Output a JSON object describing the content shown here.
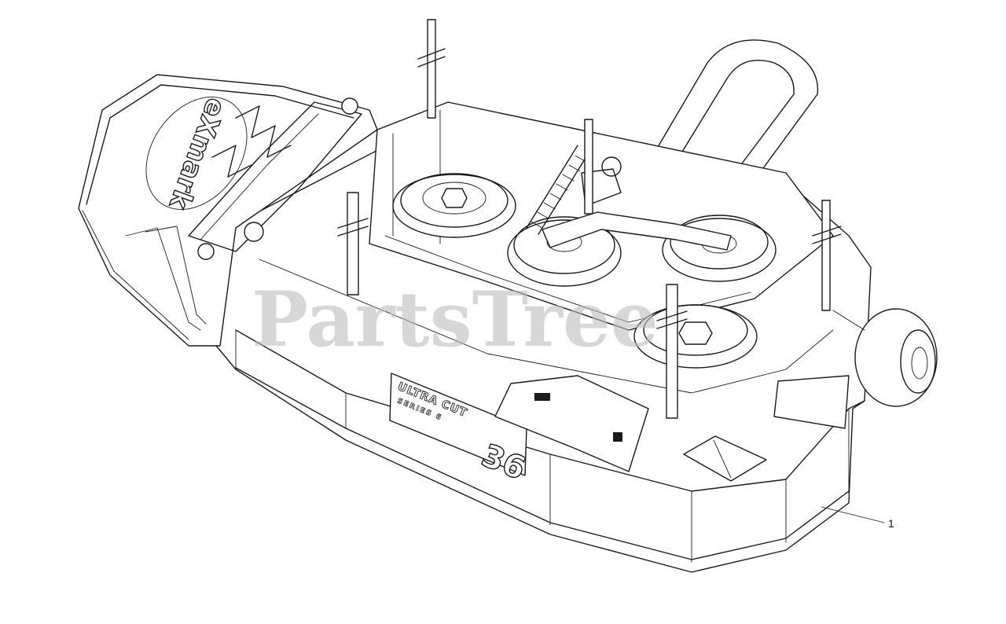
{
  "diagram": {
    "callouts": [
      {
        "number": "1"
      }
    ],
    "watermark": "PartsTree",
    "decals": {
      "brand": "eXmark",
      "deck_label": "ULTRA CUT",
      "deck_series": "SERIES 6",
      "deck_size": "36"
    }
  }
}
